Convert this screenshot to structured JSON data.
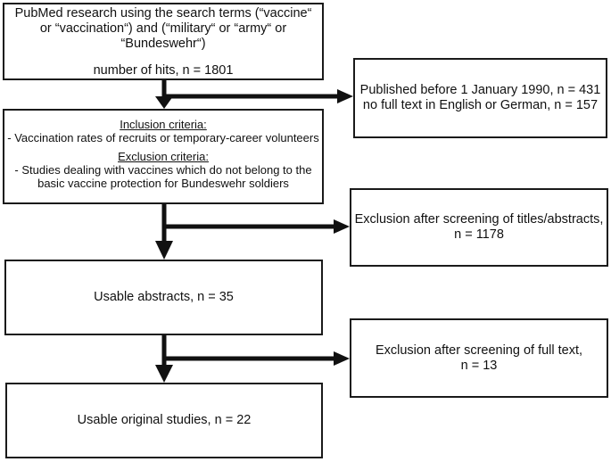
{
  "boxes": {
    "search": {
      "line1": "PubMed research using the search terms (“vaccine“",
      "line2": "or “vaccination“) and (“military“ or “army“ or",
      "line3": "“Bundeswehr“)",
      "line4": "number of hits, n = 1801"
    },
    "criteria": {
      "inclusion_title": "Inclusion criteria:",
      "inclusion_text": "- Vaccination rates of recruits or temporary-career volunteers",
      "exclusion_title": "Exclusion criteria:",
      "exclusion_line1": "- Studies dealing with vaccines which do not belong to the",
      "exclusion_line2": "basic vaccine protection for Bundeswehr soldiers"
    },
    "abstracts": {
      "text": "Usable abstracts, n = 35"
    },
    "original": {
      "text": "Usable original studies, n = 22"
    }
  },
  "exclusions": {
    "first": {
      "line1": "Published before 1 January 1990, n = 431",
      "line2": "no full text in English or German, n = 157"
    },
    "second": {
      "line1": "Exclusion after screening of titles/abstracts,",
      "line2": "n = 1178"
    },
    "third": {
      "line1": "Exclusion after screening of full text,",
      "line2": "n = 13"
    }
  },
  "colors": {
    "line": "#111111",
    "border": "#1a1a1a"
  }
}
